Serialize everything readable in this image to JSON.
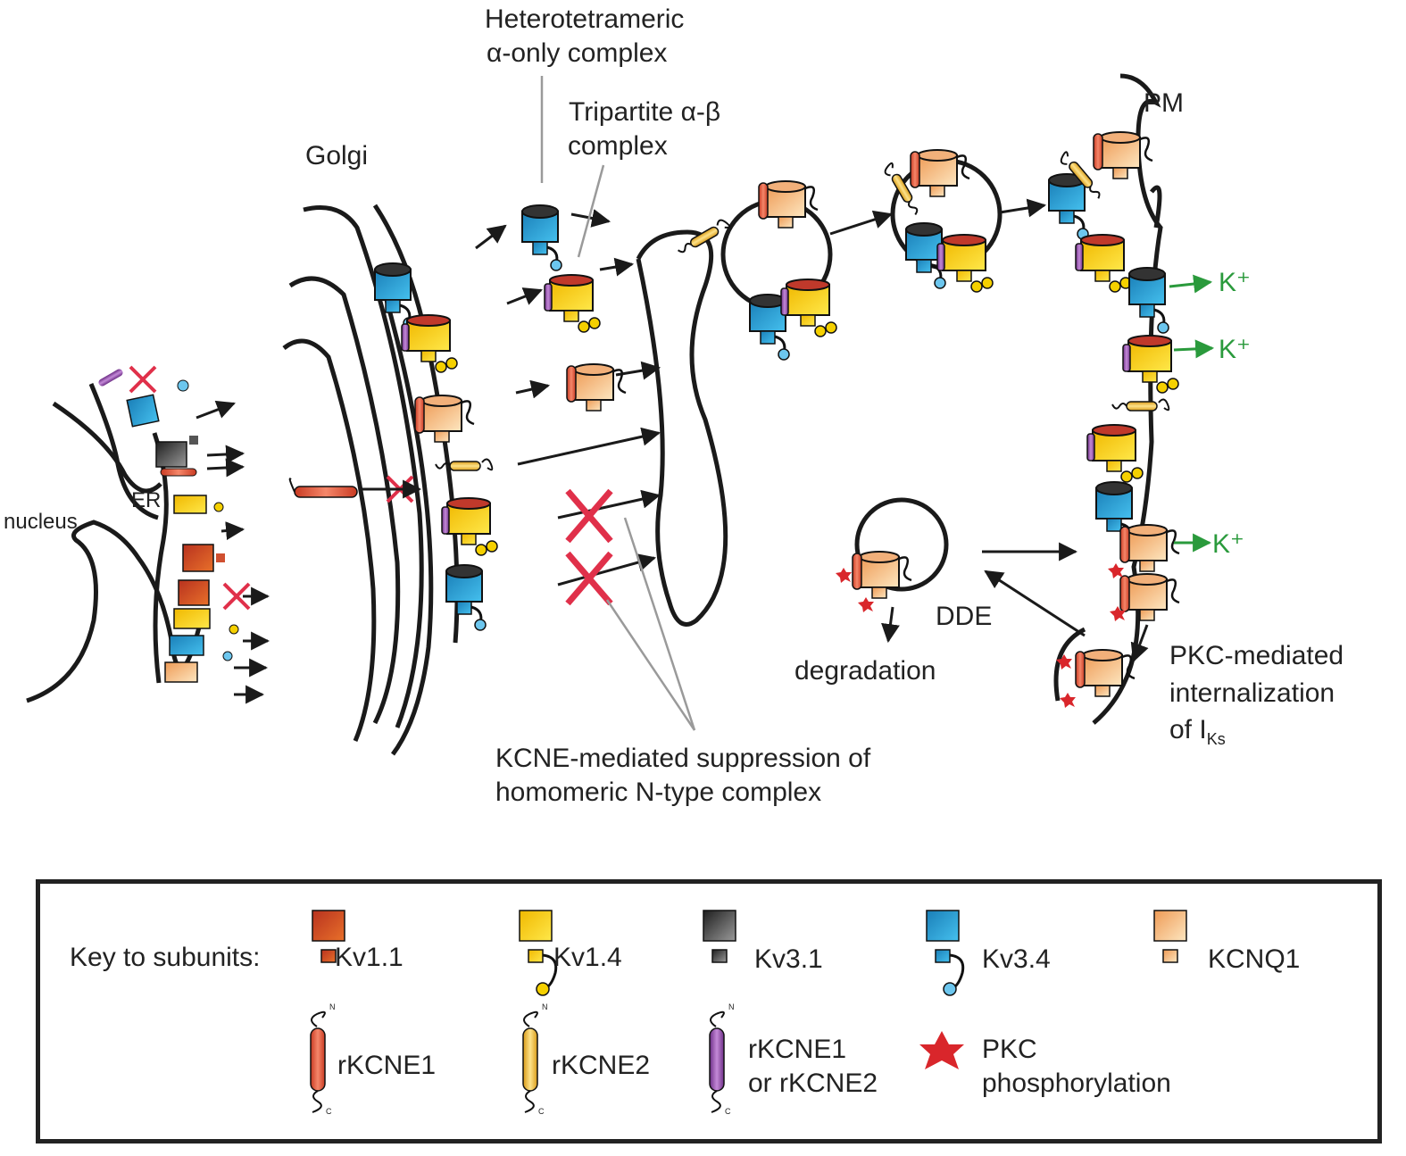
{
  "labels": {
    "nucleus": "nucleus",
    "er": "ER",
    "golgi": "Golgi",
    "pm": "PM",
    "hetero_line1": "Heterotetrameric",
    "hetero_line2": "α-only complex",
    "tri_line1": "Tripartite α-β",
    "tri_line2": "complex",
    "kplus": "K⁺",
    "dde": "DDE",
    "degradation": "degradation",
    "pkc_line1": "PKC-mediated",
    "pkc_line2": "internalization",
    "pkc_line3_main": "of I",
    "pkc_line3_sub": "Ks",
    "kcne_line1": "KCNE-mediated suppression of",
    "kcne_line2": "homomeric N-type complex"
  },
  "legend": {
    "title": "Key to subunits:",
    "subunits": [
      {
        "id": "kv11",
        "name": "Kv1.1",
        "color_top": "#c0392b",
        "color_bottom": "#e8702a"
      },
      {
        "id": "kv14",
        "name": "Kv1.4",
        "color_top": "#f2c400",
        "color_bottom": "#ffe033"
      },
      {
        "id": "kv31",
        "name": "Kv3.1",
        "color_top": "#2b2b2b",
        "color_bottom": "#8a8a8a"
      },
      {
        "id": "kv34",
        "name": "Kv3.4",
        "color_top": "#1f8fc8",
        "color_bottom": "#3ab4e6"
      },
      {
        "id": "kcnq1",
        "name": "KCNQ1",
        "color_top": "#f0a060",
        "color_bottom": "#fbe1b8"
      }
    ],
    "betas": [
      {
        "id": "rkcne1",
        "name": "rKCNE1",
        "color": "#e5533d"
      },
      {
        "id": "rkcne2",
        "name": "rKCNE2",
        "color": "#f5c042"
      },
      {
        "id": "either",
        "name_line1": "rKCNE1",
        "name_line2": "or rKCNE2",
        "color": "#9b59b6"
      }
    ],
    "pkc_line1": "PKC",
    "pkc_line2": "phosphorylation",
    "n_letter": "N",
    "c_letter": "C"
  },
  "colors": {
    "membrane": "#1a1a1a",
    "block_x": "#e0304a",
    "pkc_star": "#d9262b",
    "k_arrow": "#2a9a3c",
    "pointer_line": "#9a9a9a"
  }
}
